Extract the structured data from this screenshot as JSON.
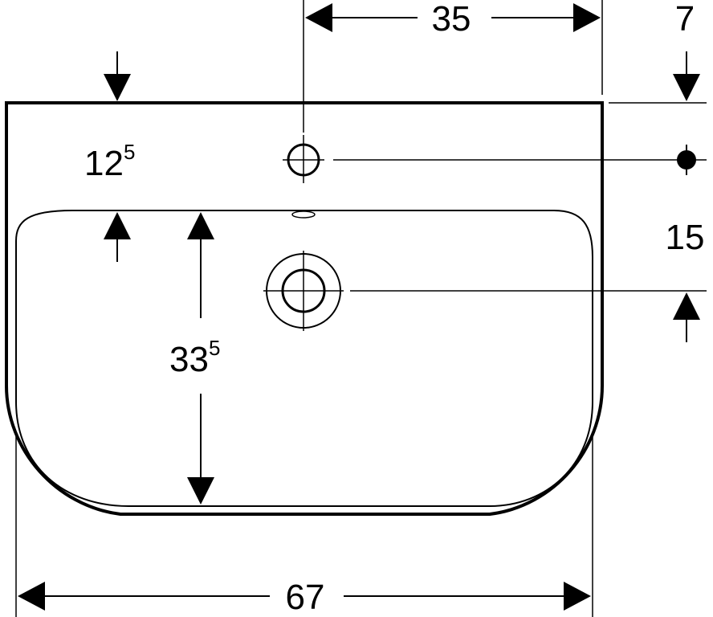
{
  "diagram": {
    "dimensions": {
      "top_width": "35",
      "top_right": "7",
      "left_depth_base": "12",
      "left_depth_sup": "5",
      "right_height": "15",
      "bowl_depth_base": "33",
      "bowl_depth_sup": "5",
      "bottom_width": "67"
    },
    "colors": {
      "line": "#000000",
      "background": "#ffffff"
    }
  }
}
